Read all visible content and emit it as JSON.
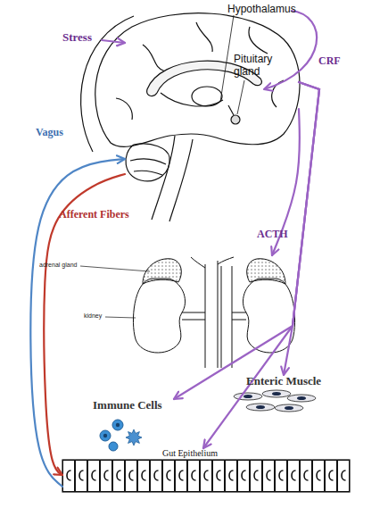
{
  "diagram": {
    "nodes": [
      {
        "text": [
          "Hypothalamus",
          "Pituitary gland"
        ]
      },
      {
        "text": [
          "Stress"
        ]
      },
      {
        "text": [
          "adrenal gland",
          "kidney"
        ]
      },
      {
        "text": [
          "Immune Cells"
        ]
      },
      {
        "text": [
          "Enteric Muscle"
        ]
      },
      {
        "text": [
          "Gut Epithelium"
        ]
      }
    ],
    "edges": [
      {
        "from": 1,
        "to": 0,
        "arrow": "to"
      },
      {
        "from": 0,
        "to": 2,
        "label": "ACTH",
        "arrow": "to"
      },
      {
        "from": 0,
        "to": 3,
        "arrow": "to"
      },
      {
        "from": 0,
        "to": 4,
        "arrow": "to"
      },
      {
        "from": 0,
        "to": 5,
        "arrow": "to"
      },
      {
        "from": 5,
        "to": 0,
        "label": "Vagus",
        "arrow": "to"
      },
      {
        "from": 0,
        "to": 5,
        "label": "Afferent Fibers",
        "arrow": "to"
      }
    ],
    "labels": [
      "CRF"
    ]
  }
}
